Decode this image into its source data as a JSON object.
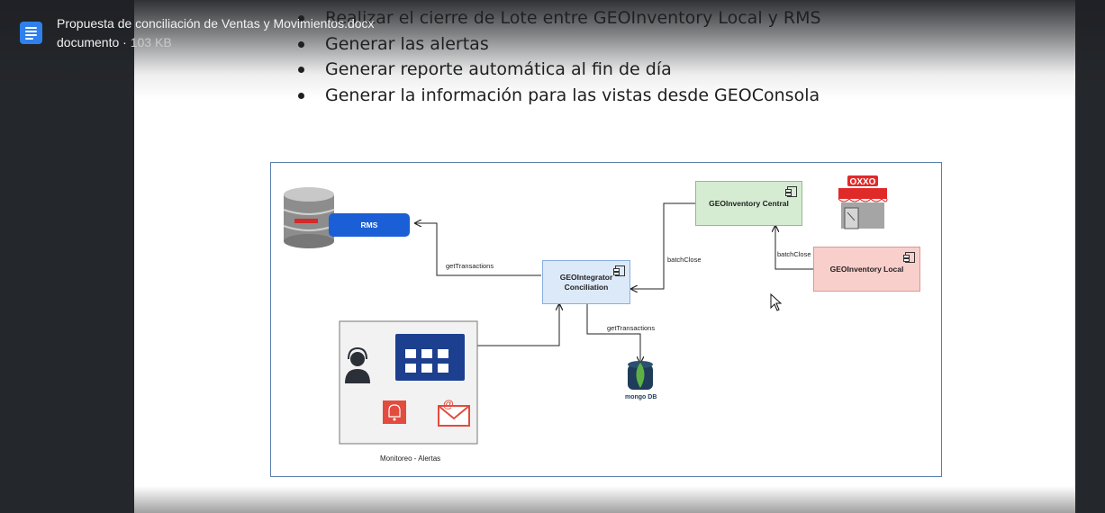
{
  "file": {
    "title": "Propuesta de conciliación de Ventas y Movimientos.docx",
    "type": "documento",
    "separator": "·",
    "size": "103 KB",
    "icon": "document-icon",
    "icon_color": "#2f80ed"
  },
  "document": {
    "bullets": [
      "Realizar el cierre de Lote entre GEOInventory Local y RMS",
      "Generar las alertas",
      "Generar reporte automática al fin de día",
      "Generar la información para las vistas desde GEOConsola"
    ]
  },
  "diagram": {
    "border_color": "#5b7fae",
    "rms": {
      "label": "RMS",
      "color": "#1b5fd6",
      "icon": "database-server-icon"
    },
    "integrator": {
      "label_line1": "GEOIntegrator",
      "label_line2": "Conciliation",
      "color": "#dce9f9"
    },
    "central": {
      "label": "GEOInventory Central",
      "color": "#d5ecd2"
    },
    "local": {
      "label": "GEOInventory Local",
      "color": "#f9cfcb"
    },
    "store": {
      "label": "OXXO",
      "icon": "store-icon"
    },
    "mongodb": {
      "label": "mongo DB",
      "icon": "mongodb-icon"
    },
    "monitor": {
      "label": "Monitoreo - Alertas"
    },
    "edges": {
      "get_transactions_rms": "getTransactions",
      "batch_close_central": "batchClose",
      "batch_close_local": "batchClose",
      "get_transactions_mongo": "getTransactions"
    }
  }
}
